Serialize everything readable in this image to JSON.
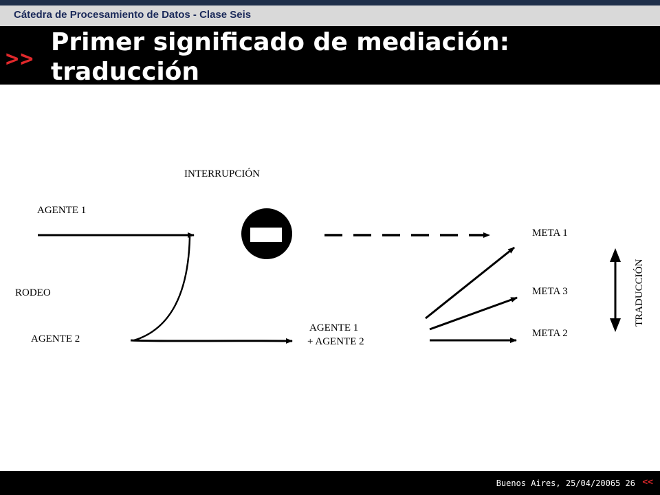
{
  "header": {
    "course": "Cátedra de Procesamiento de Datos - Clase Seis",
    "marker": ">>",
    "title": "Primer significado de mediación: traducción"
  },
  "diagram": {
    "interruption_label": "INTERRUPCIÓN",
    "agent1_label": "AGENTE 1",
    "detour_label": "RODEO",
    "agent2_label": "AGENTE 2",
    "combined_line1": "AGENTE 1",
    "combined_line2": "+ AGENTE 2",
    "goal1_label": "META 1",
    "goal3_label": "META 3",
    "goal2_label": "META 2",
    "translation_label": "TRADUCCIÓN"
  },
  "footer": {
    "text": "Buenos Aires, 25/04/20065 26",
    "marker": "<<"
  }
}
